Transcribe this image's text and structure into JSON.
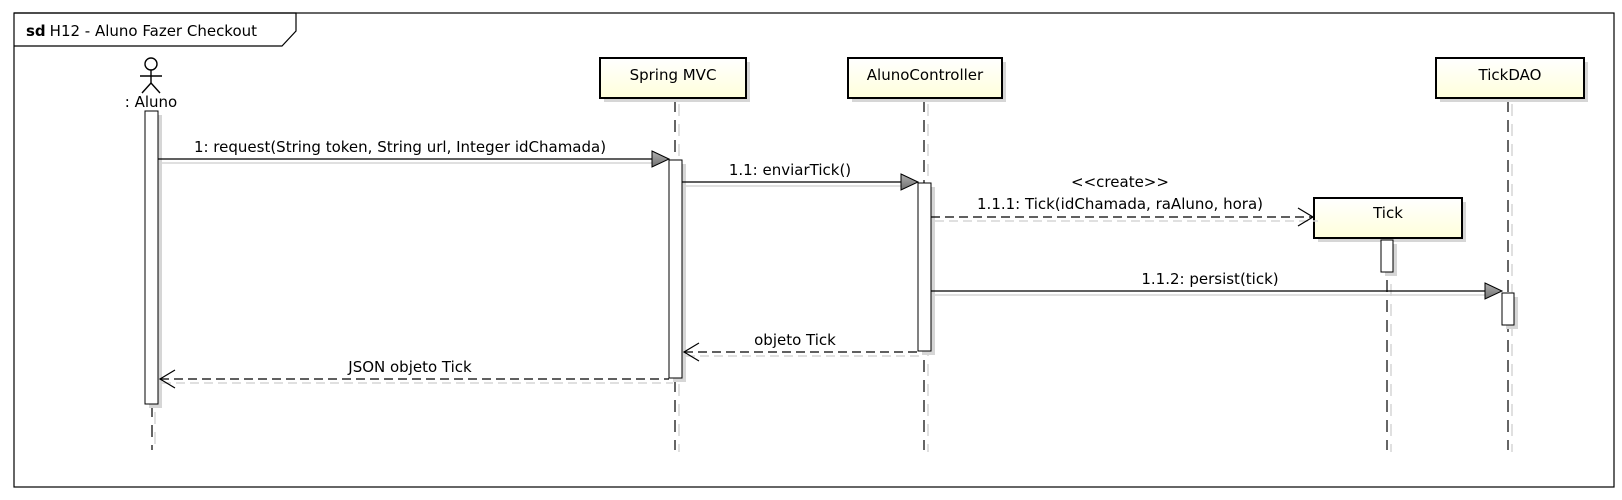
{
  "frame": {
    "keyword": "sd",
    "title": "H12 - Aluno Fazer Checkout"
  },
  "lifelines": {
    "aluno": {
      "label": ": Aluno"
    },
    "spring": {
      "label": "Spring MVC"
    },
    "controller": {
      "label": "AlunoController"
    },
    "tick": {
      "label": "Tick"
    },
    "tickdao": {
      "label": "TickDAO"
    }
  },
  "messages": {
    "m1": "1: request(String token, String url, Integer idChamada)",
    "m11": "1.1: enviarTick()",
    "stereotype": "<<create>>",
    "m111": "1.1.1: Tick(idChamada, raAluno, hora)",
    "m112": "1.1.2: persist(tick)",
    "r1": "objeto Tick",
    "r2": "JSON objeto Tick"
  },
  "colors": {
    "box_fill": "#ffffdb",
    "activation_fill": "#ffffff",
    "line": "#000000",
    "shadow": "#d6d6d6"
  }
}
